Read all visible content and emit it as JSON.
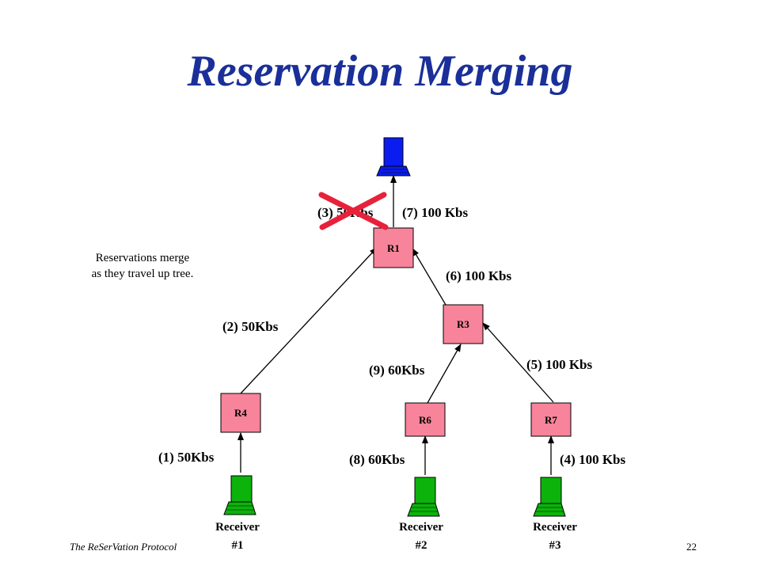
{
  "title": "Reservation Merging",
  "routers": {
    "r1": "R1",
    "r3": "R3",
    "r4": "R4",
    "r6": "R6",
    "r7": "R7"
  },
  "links": {
    "l1": "(1) 50Kbs",
    "l2": "(2) 50Kbs",
    "l3": "(3) 50Kbs",
    "l4": "(4) 100 Kbs",
    "l5": "(5) 100 Kbs",
    "l6": "(6) 100 Kbs",
    "l7": "(7) 100 Kbs",
    "l8": "(8) 60Kbs",
    "l9": "(9) 60Kbs"
  },
  "receivers": {
    "r1": {
      "name": "Receiver",
      "num": "#1"
    },
    "r2": {
      "name": "Receiver",
      "num": "#2"
    },
    "r3": {
      "name": "Receiver",
      "num": "#3"
    }
  },
  "note": {
    "line1": "Reservations merge",
    "line2": "as they travel up tree."
  },
  "footer": {
    "left": "The ReSerVation Protocol",
    "page": "22"
  },
  "colors": {
    "router_fill": "#f7849a",
    "sender_fill": "#0b1cf0",
    "receiver_fill": "#0bb30b",
    "cross": "#e8213a",
    "title": "#1a2f99"
  },
  "icons": {
    "sender": "sender-computer-icon",
    "receiver": "receiver-computer-icon",
    "cross": "cross-mark-icon"
  }
}
